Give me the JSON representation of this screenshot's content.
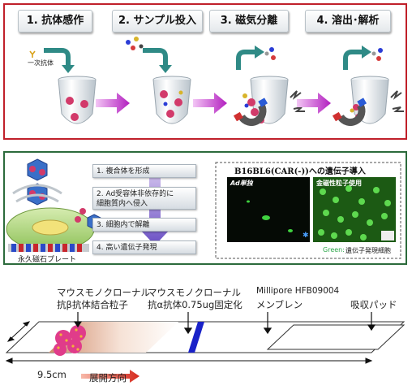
{
  "panel1": {
    "steps": [
      "1. 抗体感作",
      "2. サンプル投入",
      "3. 磁気分離",
      "4. 溶出･解析"
    ],
    "primary_antibody_label": "一次抗体"
  },
  "panel2": {
    "steps": [
      "1. 複合体を形成",
      "2. Ad受容体非依存的に",
      "細胞質内へ侵入",
      "3. 細胞内で解離",
      "4. 高い遺伝子発現"
    ],
    "magnet_label": "永久磁石プレート",
    "micrograph_title": "B16BL6(CAR(-))への遺伝子導入",
    "left_image_label": "Ad単独",
    "right_image_label": "金磁性粒子使用",
    "caption_green": "Green:",
    "caption_rest": "遺伝子発現細胞"
  },
  "panel3": {
    "label_particle_line1": "マウスモノクローナル",
    "label_particle_line2": "抗β抗体結合粒子",
    "label_antibody_line1": "マウスモノクローナル",
    "label_antibody_line2": "抗α抗体0.75ug固定化",
    "label_membrane_line1": "Millipore HFB09004",
    "label_membrane_line2": "メンブレン",
    "label_pad": "吸収パッド",
    "length_label": "9.5cm",
    "direction_label": "展開方向"
  },
  "colors": {
    "panel1_border": "#c0202a",
    "panel2_border": "#2c6b3c",
    "arrow_magenta": "#c030c8",
    "teal_arrow": "#2f8a86",
    "test_line_blue": "#1a22c8",
    "direction_arrow": "#e23c2c"
  }
}
